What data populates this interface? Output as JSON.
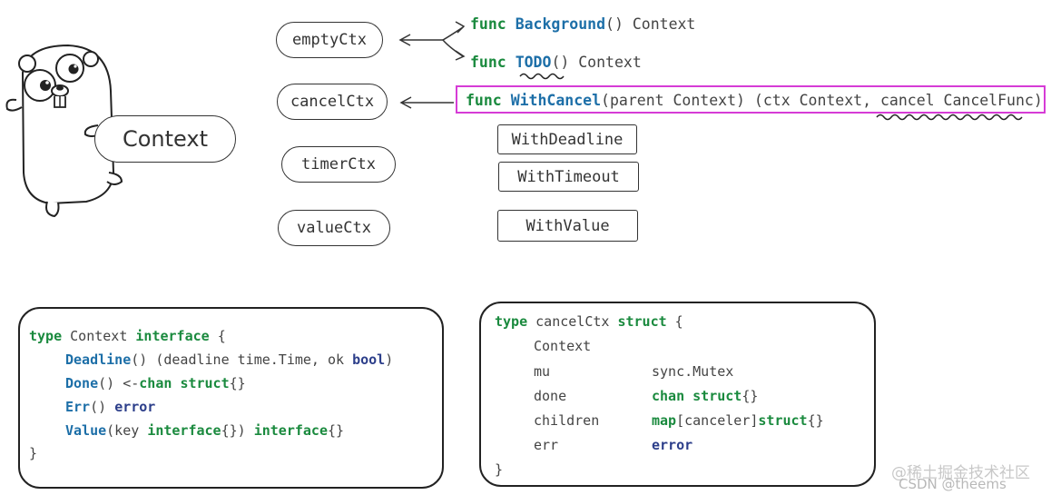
{
  "mascot": {
    "label": "Context"
  },
  "contexts": {
    "empty": "emptyCtx",
    "cancel": "cancelCtx",
    "timer": "timerCtx",
    "value": "valueCtx"
  },
  "funcs": {
    "kw": "func",
    "background_name": "Background",
    "background_sig": "() Context",
    "todo_name": "TODO",
    "todo_sig": "() Context",
    "withcancel_name": "WithCancel",
    "withcancel_sig": "(parent Context) (ctx Context, cancel CancelFunc)"
  },
  "boxes": {
    "deadline": "WithDeadline",
    "timeout": "WithTimeout",
    "value": "WithValue"
  },
  "interface_code": {
    "l1_kw": "type",
    "l1_name": " Context ",
    "l1_kw2": "interface",
    "l1_end": " {",
    "l2_name": "Deadline",
    "l2_rest": "() (deadline time.Time, ok ",
    "l2_bool": "bool",
    "l2_end": ")",
    "l3_name": "Done",
    "l3_rest": "() <-",
    "l3_chan": "chan",
    "l3_sp": " ",
    "l3_struct": "struct",
    "l3_end": "{}",
    "l4_name": "Err",
    "l4_rest": "() ",
    "l4_error": "error",
    "l5_name": "Value",
    "l5_a": "(key ",
    "l5_iface": "interface",
    "l5_b": "{}) ",
    "l5_iface2": "interface",
    "l5_c": "{}",
    "close": "}"
  },
  "struct_code": {
    "l1_kw": "type",
    "l1_name": " cancelCtx ",
    "l1_kw2": "struct",
    "l1_end": " {",
    "l2": "Context",
    "l3_field": "mu",
    "l3_type": "sync.Mutex",
    "l4_field": "done",
    "l4_chan": "chan",
    "l4_struct": "struct",
    "l4_end": "{}",
    "l5_field": "children",
    "l5_map": "map",
    "l5_mid": "[canceler]",
    "l5_struct": "struct",
    "l5_end": "{}",
    "l6_field": "err",
    "l6_type": "error",
    "close": "}"
  },
  "watermark": {
    "line1": "@稀土掘金技术社区",
    "line2": "CSDN @theems"
  },
  "colors": {
    "highlight": "#d63cd6",
    "keyword": "#1a8a3e",
    "func_name": "#1d6fa8"
  }
}
